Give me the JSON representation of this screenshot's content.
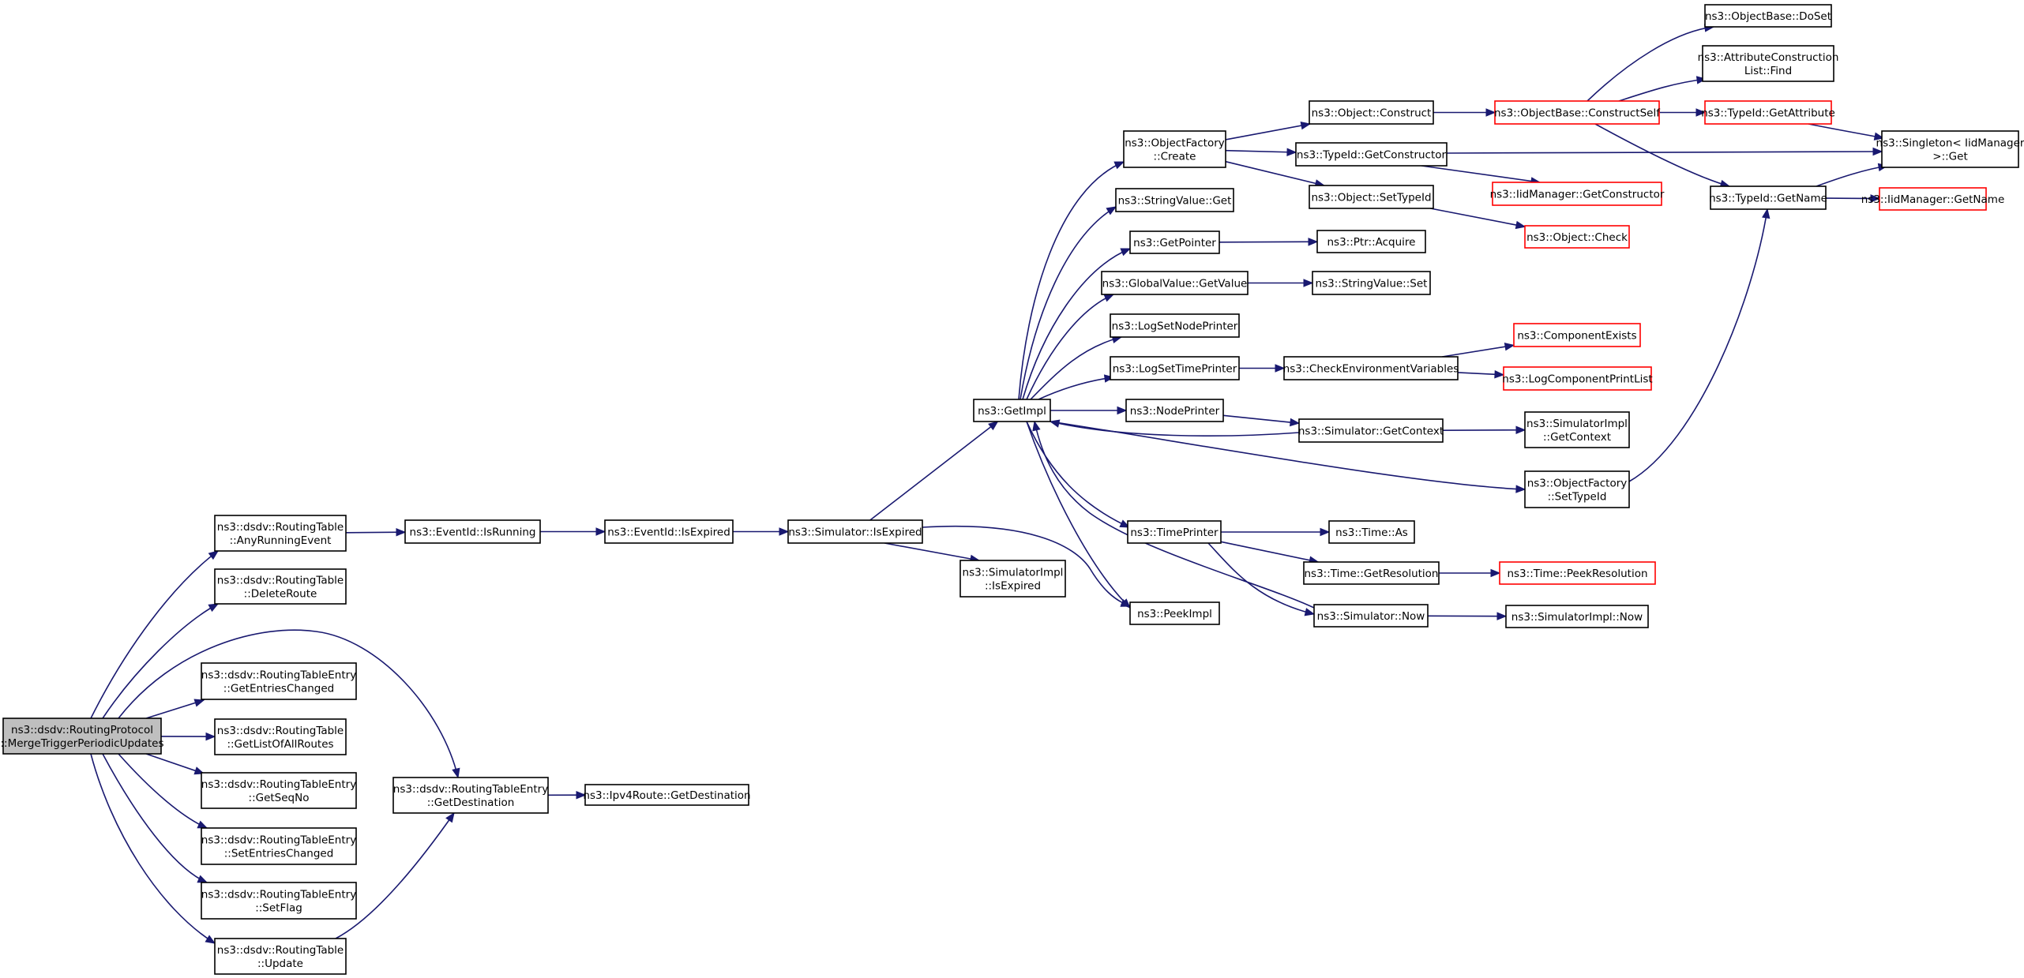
{
  "diagram": {
    "title": "",
    "edge_color": "#191970",
    "border_colors": {
      "normal": "#000000",
      "truncated": "#ff0000",
      "root_fill": "#bfbfbf"
    },
    "nodes": [
      {
        "id": "root",
        "lines": [
          "ns3::dsdv::RoutingProtocol",
          "::MergeTriggerPeriodicUpdates"
        ],
        "style": "root"
      },
      {
        "id": "anyRunning",
        "lines": [
          "ns3::dsdv::RoutingTable",
          "::AnyRunningEvent"
        ],
        "style": "normal"
      },
      {
        "id": "deleteRoute",
        "lines": [
          "ns3::dsdv::RoutingTable",
          "::DeleteRoute"
        ],
        "style": "normal"
      },
      {
        "id": "getEntriesChanged",
        "lines": [
          "ns3::dsdv::RoutingTableEntry",
          "::GetEntriesChanged"
        ],
        "style": "normal"
      },
      {
        "id": "getListOfAllRoutes",
        "lines": [
          "ns3::dsdv::RoutingTable",
          "::GetListOfAllRoutes"
        ],
        "style": "normal"
      },
      {
        "id": "getSeqNo",
        "lines": [
          "ns3::dsdv::RoutingTableEntry",
          "::GetSeqNo"
        ],
        "style": "normal"
      },
      {
        "id": "setEntriesChanged",
        "lines": [
          "ns3::dsdv::RoutingTableEntry",
          "::SetEntriesChanged"
        ],
        "style": "normal"
      },
      {
        "id": "setFlag",
        "lines": [
          "ns3::dsdv::RoutingTableEntry",
          "::SetFlag"
        ],
        "style": "normal"
      },
      {
        "id": "update",
        "lines": [
          "ns3::dsdv::RoutingTable",
          "::Update"
        ],
        "style": "normal"
      },
      {
        "id": "getDestination",
        "lines": [
          "ns3::dsdv::RoutingTableEntry",
          "::GetDestination"
        ],
        "style": "normal"
      },
      {
        "id": "ipv4GetDest",
        "lines": [
          "ns3::Ipv4Route::GetDestination"
        ],
        "style": "normal"
      },
      {
        "id": "eventIsRunning",
        "lines": [
          "ns3::EventId::IsRunning"
        ],
        "style": "normal"
      },
      {
        "id": "eventIsExpired",
        "lines": [
          "ns3::EventId::IsExpired"
        ],
        "style": "normal"
      },
      {
        "id": "simIsExpired",
        "lines": [
          "ns3::Simulator::IsExpired"
        ],
        "style": "normal"
      },
      {
        "id": "simImplIsExpired",
        "lines": [
          "ns3::SimulatorImpl",
          "::IsExpired"
        ],
        "style": "normal"
      },
      {
        "id": "getImpl",
        "lines": [
          "ns3::GetImpl"
        ],
        "style": "normal"
      },
      {
        "id": "peekImpl",
        "lines": [
          "ns3::PeekImpl"
        ],
        "style": "normal"
      },
      {
        "id": "ofCreate",
        "lines": [
          "ns3::ObjectFactory",
          "::Create"
        ],
        "style": "normal"
      },
      {
        "id": "stringValueGet",
        "lines": [
          "ns3::StringValue::Get"
        ],
        "style": "normal"
      },
      {
        "id": "getPointer",
        "lines": [
          "ns3::GetPointer"
        ],
        "style": "normal"
      },
      {
        "id": "gvGetValue",
        "lines": [
          "ns3::GlobalValue::GetValue"
        ],
        "style": "normal"
      },
      {
        "id": "logSetNodePrinter",
        "lines": [
          "ns3::LogSetNodePrinter"
        ],
        "style": "normal"
      },
      {
        "id": "logSetTimePrinter",
        "lines": [
          "ns3::LogSetTimePrinter"
        ],
        "style": "normal"
      },
      {
        "id": "nodePrinter",
        "lines": [
          "ns3::NodePrinter"
        ],
        "style": "normal"
      },
      {
        "id": "timePrinter",
        "lines": [
          "ns3::TimePrinter"
        ],
        "style": "normal"
      },
      {
        "id": "objConstruct",
        "lines": [
          "ns3::Object::Construct"
        ],
        "style": "normal"
      },
      {
        "id": "typeIdGetConstructor",
        "lines": [
          "ns3::TypeId::GetConstructor"
        ],
        "style": "normal"
      },
      {
        "id": "objSetTypeId",
        "lines": [
          "ns3::Object::SetTypeId"
        ],
        "style": "normal"
      },
      {
        "id": "ptrAcquire",
        "lines": [
          "ns3::Ptr::Acquire"
        ],
        "style": "normal"
      },
      {
        "id": "stringValueSet",
        "lines": [
          "ns3::StringValue::Set"
        ],
        "style": "normal"
      },
      {
        "id": "checkEnv",
        "lines": [
          "ns3::CheckEnvironmentVariables"
        ],
        "style": "normal"
      },
      {
        "id": "simGetContext",
        "lines": [
          "ns3::Simulator::GetContext"
        ],
        "style": "normal"
      },
      {
        "id": "ofSetTypeId",
        "lines": [
          "ns3::ObjectFactory",
          "::SetTypeId"
        ],
        "style": "normal"
      },
      {
        "id": "timeAs",
        "lines": [
          "ns3::Time::As"
        ],
        "style": "normal"
      },
      {
        "id": "timeGetResolution",
        "lines": [
          "ns3::Time::GetResolution"
        ],
        "style": "normal"
      },
      {
        "id": "simNow",
        "lines": [
          "ns3::Simulator::Now"
        ],
        "style": "normal"
      },
      {
        "id": "obConstructSelf",
        "lines": [
          "ns3::ObjectBase::ConstructSelf"
        ],
        "style": "truncated"
      },
      {
        "id": "iidGetConstructor",
        "lines": [
          "ns3::IidManager::GetConstructor"
        ],
        "style": "truncated"
      },
      {
        "id": "objCheck",
        "lines": [
          "ns3::Object::Check"
        ],
        "style": "truncated"
      },
      {
        "id": "componentExists",
        "lines": [
          "ns3::ComponentExists"
        ],
        "style": "truncated"
      },
      {
        "id": "logComponentPrintList",
        "lines": [
          "ns3::LogComponentPrintList"
        ],
        "style": "truncated"
      },
      {
        "id": "simImplGetContext",
        "lines": [
          "ns3::SimulatorImpl",
          "::GetContext"
        ],
        "style": "normal"
      },
      {
        "id": "timePeekResolution",
        "lines": [
          "ns3::Time::PeekResolution"
        ],
        "style": "truncated"
      },
      {
        "id": "simImplNow",
        "lines": [
          "ns3::SimulatorImpl::Now"
        ],
        "style": "normal"
      },
      {
        "id": "obDoSet",
        "lines": [
          "ns3::ObjectBase::DoSet"
        ],
        "style": "normal"
      },
      {
        "id": "attrListFind",
        "lines": [
          "ns3::AttributeConstruction",
          "List::Find"
        ],
        "style": "normal"
      },
      {
        "id": "typeIdGetAttribute",
        "lines": [
          "ns3::TypeId::GetAttribute"
        ],
        "style": "truncated"
      },
      {
        "id": "typeIdGetName",
        "lines": [
          "ns3::TypeId::GetName"
        ],
        "style": "normal"
      },
      {
        "id": "singletonGet",
        "lines": [
          "ns3::Singleton< IidManager",
          " >::Get"
        ],
        "style": "normal"
      },
      {
        "id": "iidGetName",
        "lines": [
          "ns3::IidManager::GetName"
        ],
        "style": "truncated"
      }
    ],
    "edges": [
      [
        "root",
        "anyRunning"
      ],
      [
        "root",
        "deleteRoute"
      ],
      [
        "root",
        "getDestination"
      ],
      [
        "root",
        "getEntriesChanged"
      ],
      [
        "root",
        "getListOfAllRoutes"
      ],
      [
        "root",
        "getSeqNo"
      ],
      [
        "root",
        "setEntriesChanged"
      ],
      [
        "root",
        "setFlag"
      ],
      [
        "root",
        "update"
      ],
      [
        "anyRunning",
        "eventIsRunning"
      ],
      [
        "eventIsRunning",
        "eventIsExpired"
      ],
      [
        "eventIsExpired",
        "simIsExpired"
      ],
      [
        "simIsExpired",
        "getImpl"
      ],
      [
        "simIsExpired",
        "peekImpl"
      ],
      [
        "simIsExpired",
        "simImplIsExpired"
      ],
      [
        "update",
        "getDestination"
      ],
      [
        "getDestination",
        "ipv4GetDest"
      ],
      [
        "getImpl",
        "ofCreate"
      ],
      [
        "getImpl",
        "stringValueGet"
      ],
      [
        "getImpl",
        "getPointer"
      ],
      [
        "getImpl",
        "gvGetValue"
      ],
      [
        "getImpl",
        "logSetNodePrinter"
      ],
      [
        "getImpl",
        "logSetTimePrinter"
      ],
      [
        "getImpl",
        "nodePrinter"
      ],
      [
        "getImpl",
        "timePrinter"
      ],
      [
        "getImpl",
        "peekImpl"
      ],
      [
        "getImpl",
        "ofSetTypeId"
      ],
      [
        "ofCreate",
        "objConstruct"
      ],
      [
        "ofCreate",
        "typeIdGetConstructor"
      ],
      [
        "ofCreate",
        "objSetTypeId"
      ],
      [
        "getPointer",
        "ptrAcquire"
      ],
      [
        "gvGetValue",
        "stringValueSet"
      ],
      [
        "logSetTimePrinter",
        "checkEnv"
      ],
      [
        "nodePrinter",
        "simGetContext"
      ],
      [
        "simGetContext",
        "getImpl"
      ],
      [
        "simGetContext",
        "simImplGetContext"
      ],
      [
        "timePrinter",
        "timeAs"
      ],
      [
        "timePrinter",
        "timeGetResolution"
      ],
      [
        "timePrinter",
        "simNow"
      ],
      [
        "simNow",
        "getImpl"
      ],
      [
        "simNow",
        "simImplNow"
      ],
      [
        "objConstruct",
        "obConstructSelf"
      ],
      [
        "typeIdGetConstructor",
        "iidGetConstructor"
      ],
      [
        "typeIdGetConstructor",
        "singletonGet"
      ],
      [
        "objSetTypeId",
        "objCheck"
      ],
      [
        "checkEnv",
        "componentExists"
      ],
      [
        "checkEnv",
        "logComponentPrintList"
      ],
      [
        "timeGetResolution",
        "timePeekResolution"
      ],
      [
        "ofSetTypeId",
        "typeIdGetName"
      ],
      [
        "obConstructSelf",
        "obDoSet"
      ],
      [
        "obConstructSelf",
        "attrListFind"
      ],
      [
        "obConstructSelf",
        "typeIdGetAttribute"
      ],
      [
        "obConstructSelf",
        "typeIdGetName"
      ],
      [
        "typeIdGetAttribute",
        "singletonGet"
      ],
      [
        "typeIdGetName",
        "singletonGet"
      ],
      [
        "typeIdGetName",
        "iidGetName"
      ]
    ]
  }
}
